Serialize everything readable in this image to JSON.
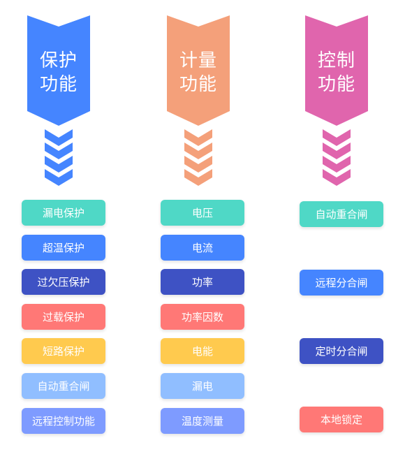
{
  "columns": [
    {
      "title_line1": "保护",
      "title_line2": "功能",
      "color": "#4585ff",
      "items": [
        "漏电保护",
        "超温保护",
        "过欠压保护",
        "过载保护",
        "短路保护",
        "自动重合闸",
        "远程控制功能"
      ]
    },
    {
      "title_line1": "计量",
      "title_line2": "功能",
      "color": "#f4a07a",
      "items": [
        "电压",
        "电流",
        "功率",
        "功率因数",
        "电能",
        "漏电",
        "温度测量"
      ]
    },
    {
      "title_line1": "控制",
      "title_line2": "功能",
      "color": "#e065ad",
      "items": [
        "自动重合闸",
        "远程分合闸",
        "定时分合闸",
        "本地锁定"
      ]
    }
  ],
  "colors": {
    "teal": "#4fd8c6",
    "blue": "#4585ff",
    "navy": "#3e52c4",
    "red": "#ff7876",
    "yellow": "#ffca4e",
    "light_blue": "#90beff",
    "periwinkle": "#7e9bff"
  }
}
